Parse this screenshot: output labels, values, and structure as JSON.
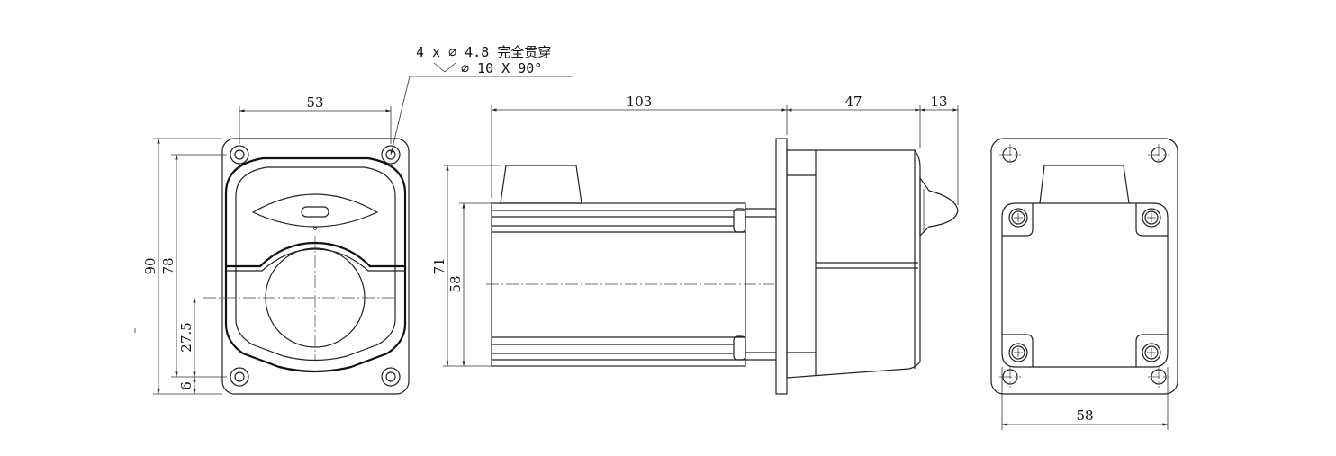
{
  "note": {
    "line1": "4 x ∅ 4.8 完全贯穿",
    "line2": "∅ 10 X 90°"
  },
  "dimensions": {
    "front_width": "53",
    "front_height_total": "90",
    "front_height_inner": "78",
    "front_center_height": "27.5",
    "front_bottom_offset": "6",
    "side_length_body": "103",
    "side_length_head": "47",
    "side_length_tip": "13",
    "side_height_total": "71",
    "side_height_body": "58",
    "rear_width": "58"
  }
}
